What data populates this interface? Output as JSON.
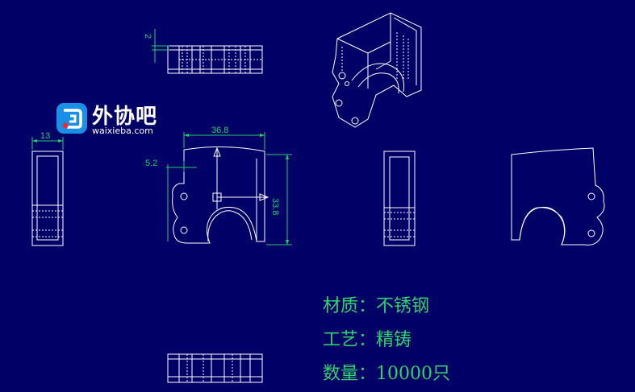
{
  "logo": {
    "cn": "外协吧",
    "en": "waixieba.com",
    "brand_color": "#1a8fe8"
  },
  "dimensions": {
    "d13": "13",
    "d2": "2",
    "d36_8": "36.8",
    "d5_2": "5.2",
    "d33_8": "33.8"
  },
  "notes": {
    "material": "材质：不锈钢",
    "process": "工艺：精铸",
    "quantity": "数量：10000只"
  },
  "colors": {
    "background": "#000066",
    "outline": "#ffffff",
    "dimension": "#20d070",
    "note": "#2fd36a"
  }
}
